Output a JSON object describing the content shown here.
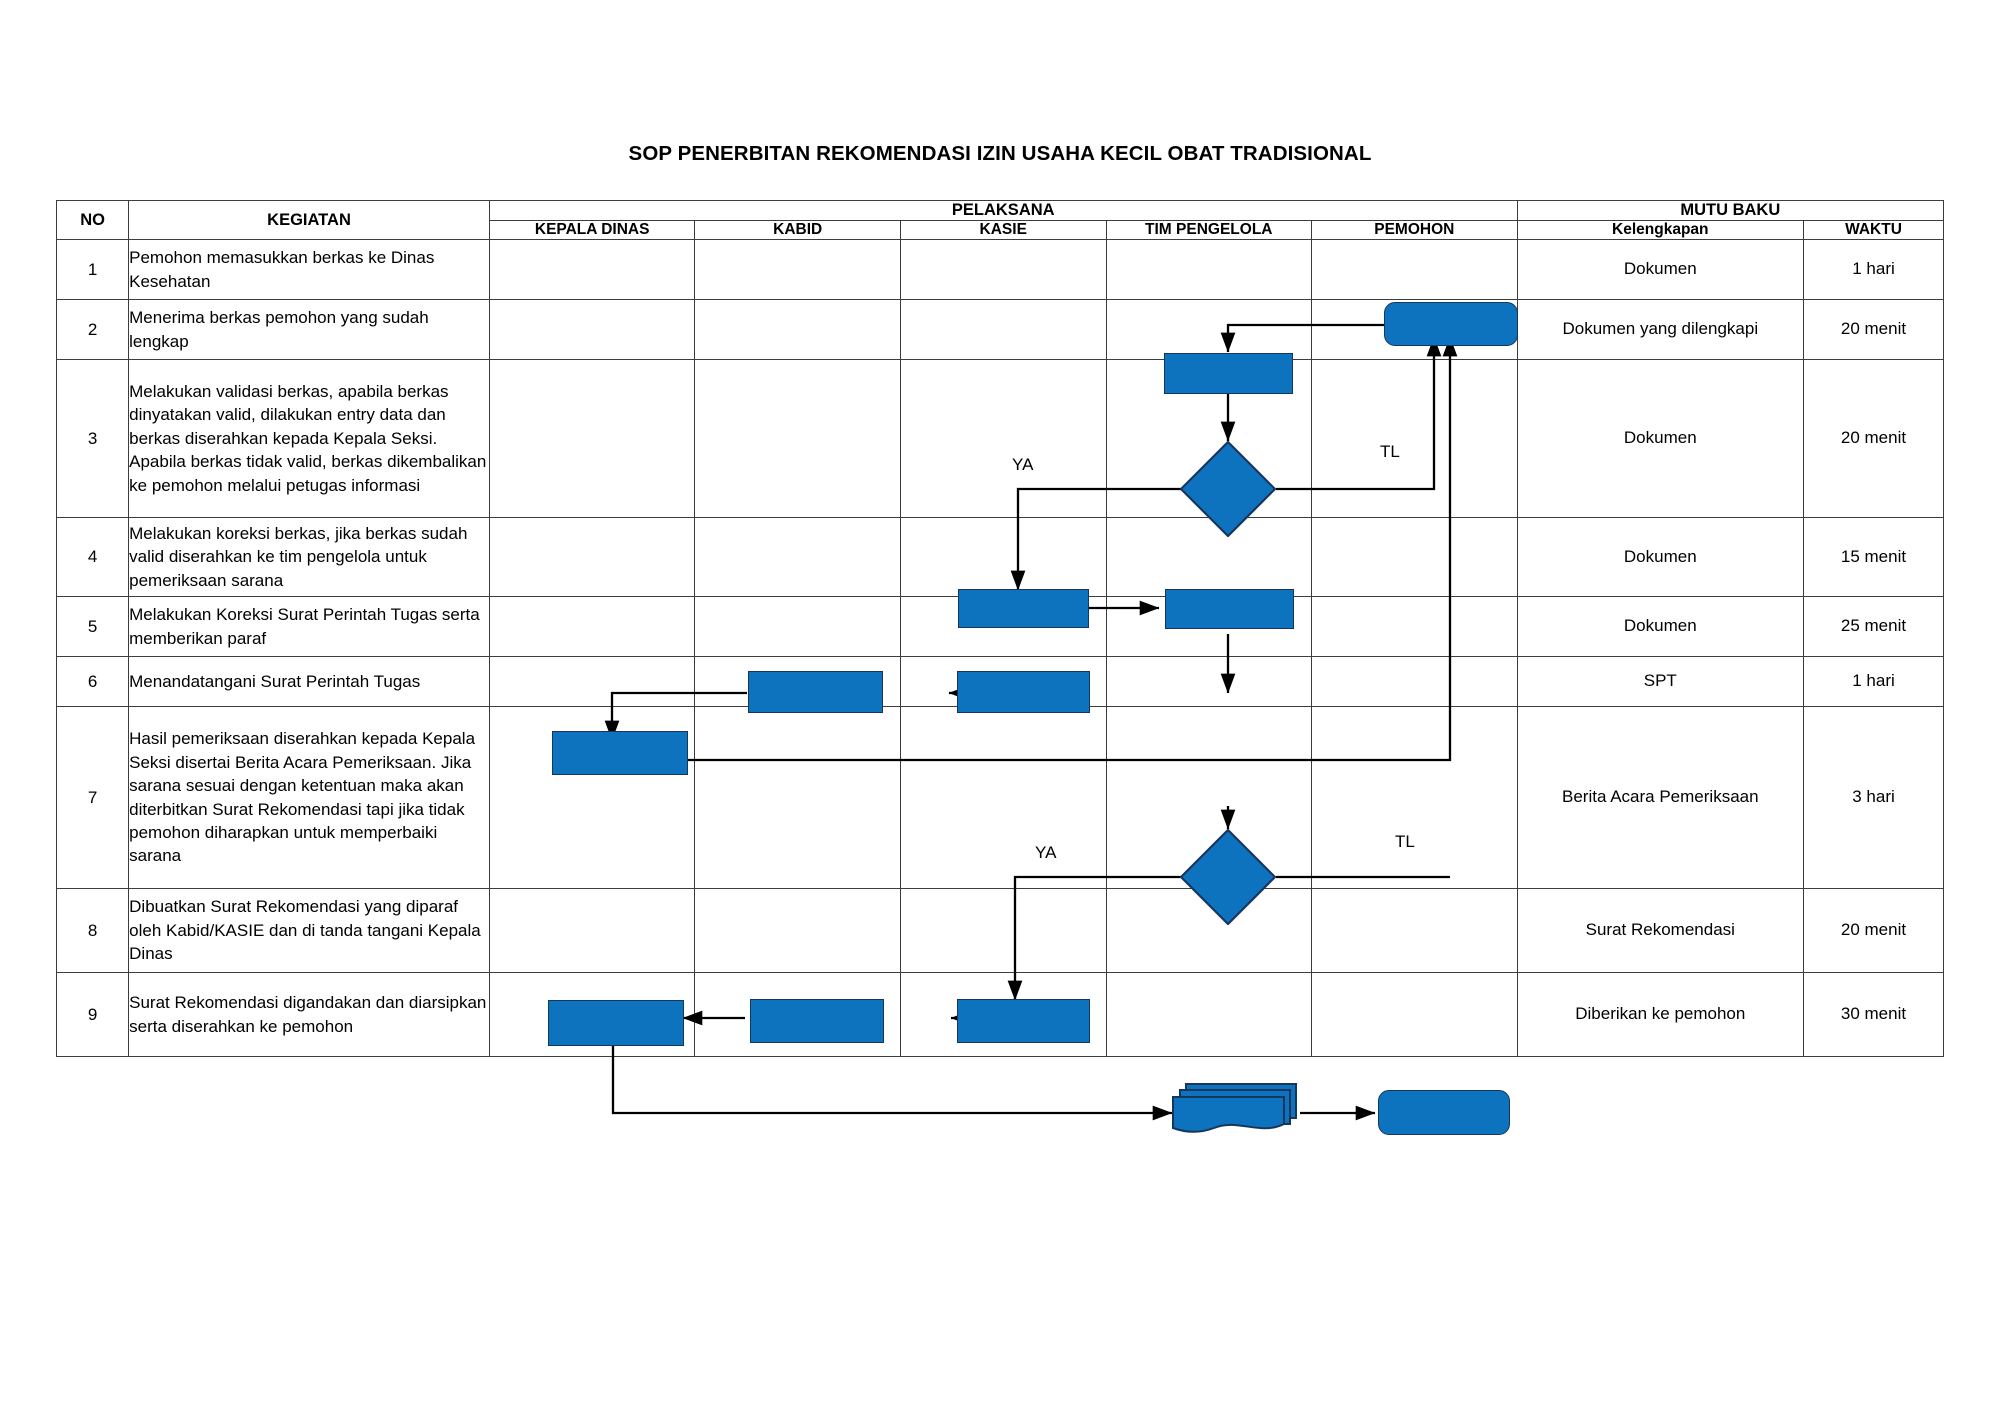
{
  "document": {
    "title": "SOP PENERBITAN REKOMENDASI IZIN USAHA KECIL OBAT TRADISIONAL"
  },
  "table": {
    "headers": {
      "no": "NO",
      "kegiatan": "KEGIATAN",
      "pelaksana": "PELAKSANA",
      "mutu_baku": "MUTU BAKU",
      "kelengkapan": "Kelengkapan",
      "waktu": "WAKTU"
    },
    "pelaksana_columns": [
      "KEPALA DINAS",
      "KABID",
      "KASIE",
      "TIM PENGELOLA",
      "PEMOHON"
    ],
    "rows": [
      {
        "no": "1",
        "kegiatan": "Pemohon memasukkan berkas ke Dinas Kesehatan",
        "kelengkapan": "Dokumen",
        "waktu": "1 hari"
      },
      {
        "no": "2",
        "kegiatan": "Menerima berkas pemohon yang sudah lengkap",
        "kelengkapan": "Dokumen yang dilengkapi",
        "waktu": "20 menit"
      },
      {
        "no": "3",
        "kegiatan": "Melakukan validasi berkas, apabila berkas dinyatakan valid, dilakukan entry data dan berkas diserahkan kepada Kepala Seksi. Apabila berkas tidak valid, berkas dikembalikan ke pemohon melalui petugas informasi",
        "kelengkapan": "Dokumen",
        "waktu": "20 menit"
      },
      {
        "no": "4",
        "kegiatan": "Melakukan koreksi berkas, jika berkas sudah valid diserahkan ke tim pengelola untuk pemeriksaan sarana",
        "kelengkapan": "Dokumen",
        "waktu": "15 menit"
      },
      {
        "no": "5",
        "kegiatan": "Melakukan Koreksi Surat Perintah Tugas serta memberikan paraf",
        "kelengkapan": "Dokumen",
        "waktu": "25 menit"
      },
      {
        "no": "6",
        "kegiatan": "Menandatangani Surat Perintah Tugas",
        "kelengkapan": "SPT",
        "waktu": "1 hari"
      },
      {
        "no": "7",
        "kegiatan": "Hasil pemeriksaan diserahkan kepada Kepala Seksi disertai Berita Acara Pemeriksaan. Jika sarana sesuai dengan ketentuan maka akan diterbitkan Surat Rekomendasi tapi jika tidak pemohon diharapkan untuk memperbaiki sarana",
        "kelengkapan": "Berita Acara Pemeriksaan",
        "waktu": "3 hari"
      },
      {
        "no": "8",
        "kegiatan": "Dibuatkan Surat Rekomendasi yang diparaf oleh Kabid/KASIE dan di tanda tangani Kepala Dinas",
        "kelengkapan": "Surat Rekomendasi",
        "waktu": "20 menit"
      },
      {
        "no": "9",
        "kegiatan": "Surat Rekomendasi digandakan dan diarsipkan serta diserahkan ke pemohon",
        "kelengkapan": "Diberikan ke pemohon",
        "waktu": "30 menit"
      }
    ]
  },
  "flowchart": {
    "shape_fill_color": "#0E73BE",
    "shape_border_color": "#17365D",
    "connector_color": "#000000",
    "decision_labels": {
      "yes": "YA",
      "no": "TL"
    },
    "branch_labels": [
      {
        "id": "ya-row3",
        "text": "YA"
      },
      {
        "id": "tl-row3",
        "text": "TL"
      },
      {
        "id": "ya-row7",
        "text": "YA"
      },
      {
        "id": "tl-row7",
        "text": "TL"
      }
    ],
    "nodes": [
      {
        "id": "n1-pemohon",
        "row": "1",
        "lane": "PEMOHON",
        "shape": "rounded-rectangle"
      },
      {
        "id": "n2-tim",
        "row": "2",
        "lane": "TIM PENGELOLA",
        "shape": "rectangle"
      },
      {
        "id": "n3-decision",
        "row": "3",
        "lane": "TIM PENGELOLA",
        "shape": "diamond"
      },
      {
        "id": "n4-kasie",
        "row": "4",
        "lane": "KASIE",
        "shape": "rectangle"
      },
      {
        "id": "n4-tim",
        "row": "4",
        "lane": "TIM PENGELOLA",
        "shape": "rectangle"
      },
      {
        "id": "n5-kabid",
        "row": "5",
        "lane": "KABID",
        "shape": "rectangle"
      },
      {
        "id": "n5-kasie",
        "row": "5",
        "lane": "KASIE",
        "shape": "rectangle"
      },
      {
        "id": "n6-kadis",
        "row": "6",
        "lane": "KEPALA DINAS",
        "shape": "rectangle"
      },
      {
        "id": "n7-decision",
        "row": "7",
        "lane": "TIM PENGELOLA",
        "shape": "diamond"
      },
      {
        "id": "n8-kadis",
        "row": "8",
        "lane": "KEPALA DINAS",
        "shape": "rectangle"
      },
      {
        "id": "n8-kabid",
        "row": "8",
        "lane": "KABID",
        "shape": "rectangle"
      },
      {
        "id": "n8-kasie",
        "row": "8",
        "lane": "KASIE",
        "shape": "rectangle"
      },
      {
        "id": "n9-docs",
        "row": "9",
        "lane": "TIM PENGELOLA",
        "shape": "multi-document"
      },
      {
        "id": "n9-pemohon",
        "row": "9",
        "lane": "PEMOHON",
        "shape": "rounded-rectangle"
      }
    ]
  }
}
